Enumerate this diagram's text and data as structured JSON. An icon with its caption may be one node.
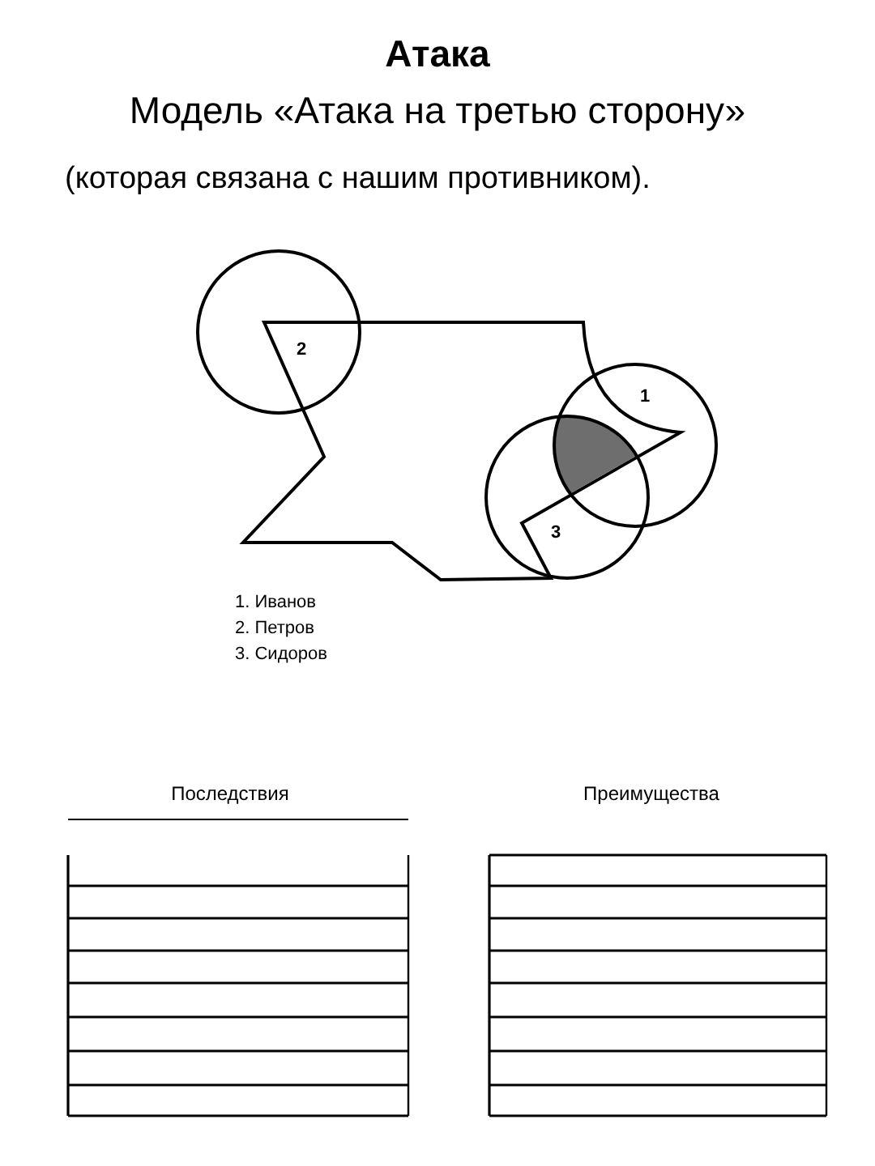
{
  "diagram": {
    "title": "Атака",
    "nodes": [
      {
        "text": [
          "2"
        ]
      },
      {
        "text": [
          "1"
        ]
      },
      {
        "text": [
          "3"
        ]
      }
    ],
    "edges": [],
    "labels": [
      "Модель «Атака на третью сторону»",
      "(которая связана с нашим противником).",
      "1. Иванов",
      "2. Петров",
      "3. Сидоров",
      "Последствия",
      "Преимущества"
    ]
  }
}
